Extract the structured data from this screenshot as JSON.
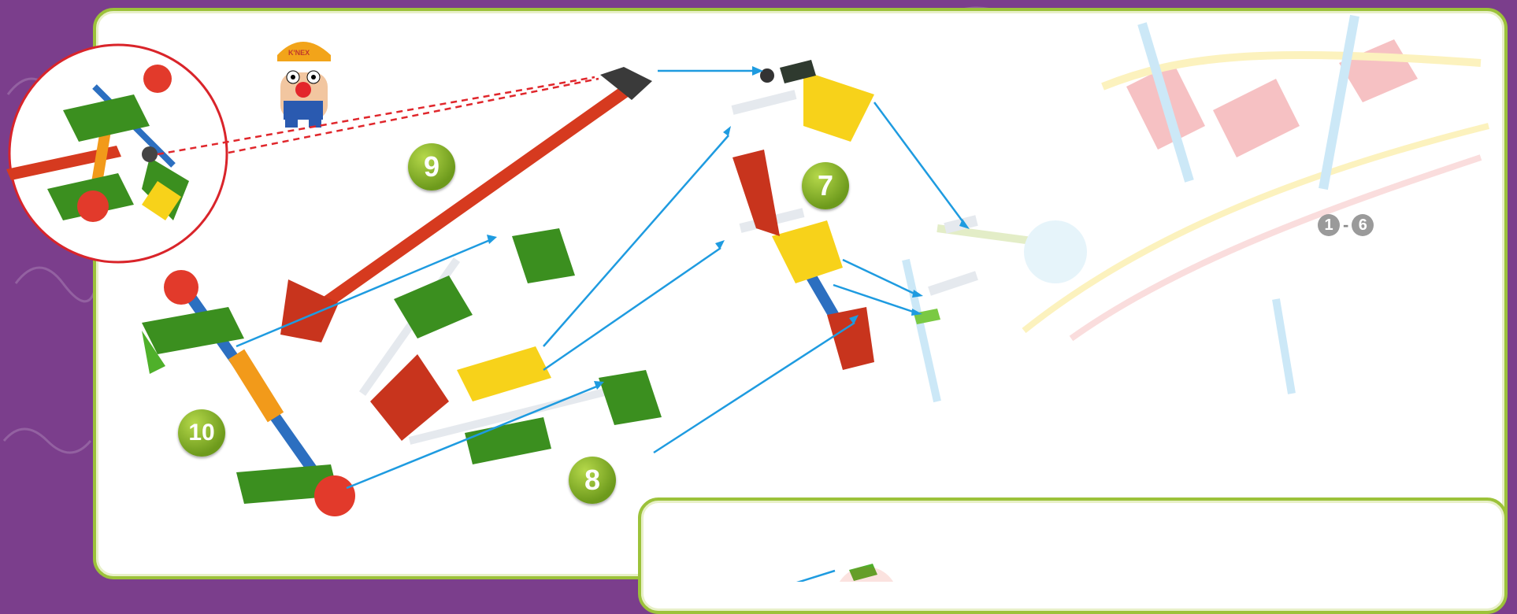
{
  "steps": {
    "step_7": "7",
    "step_8": "8",
    "step_9": "9",
    "step_10": "10"
  },
  "reference": {
    "from": "1",
    "separator": "-",
    "to": "6"
  },
  "mascot": {
    "hat_text": "K'NEX"
  },
  "colors": {
    "background": "#7b3e8c",
    "panel_border": "#9cc23a",
    "badge": "#8cb72a",
    "arrow": "#1e9be0",
    "callout": "#e0262b",
    "rod_red": "#d63a1f",
    "connector_green": "#3b8f1f",
    "connector_yellow": "#f7d21a",
    "connector_orange": "#f29a1a",
    "rod_blue": "#2c6fc0"
  }
}
